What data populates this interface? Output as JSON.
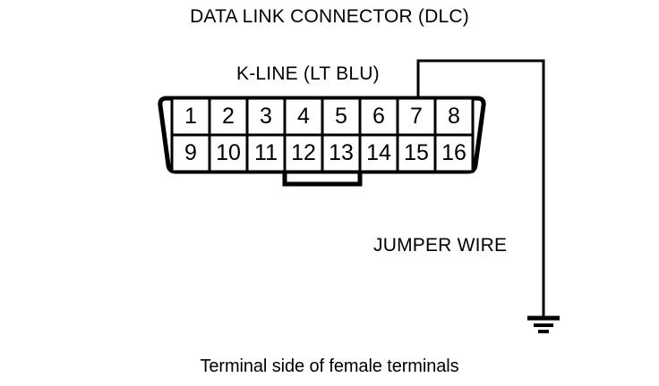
{
  "diagram": {
    "title": "DATA LINK CONNECTOR (DLC)",
    "caption": "Terminal side of female terminals",
    "line_color": "#000000",
    "background_color": "#ffffff"
  },
  "labels": {
    "kline": "K-LINE (LT BLU)",
    "jumper": "JUMPER WIRE"
  },
  "connector": {
    "name": "data-link-connector",
    "pin_count": 16,
    "top_row": [
      "1",
      "2",
      "3",
      "4",
      "5",
      "6",
      "7",
      "8"
    ],
    "bottom_row": [
      "9",
      "10",
      "11",
      "12",
      "13",
      "14",
      "15",
      "16"
    ],
    "jumper_bracket_pins": [
      "12",
      "13"
    ],
    "kline_pin": "7"
  },
  "ground": {
    "symbol": "earth-ground",
    "bars": 3
  }
}
